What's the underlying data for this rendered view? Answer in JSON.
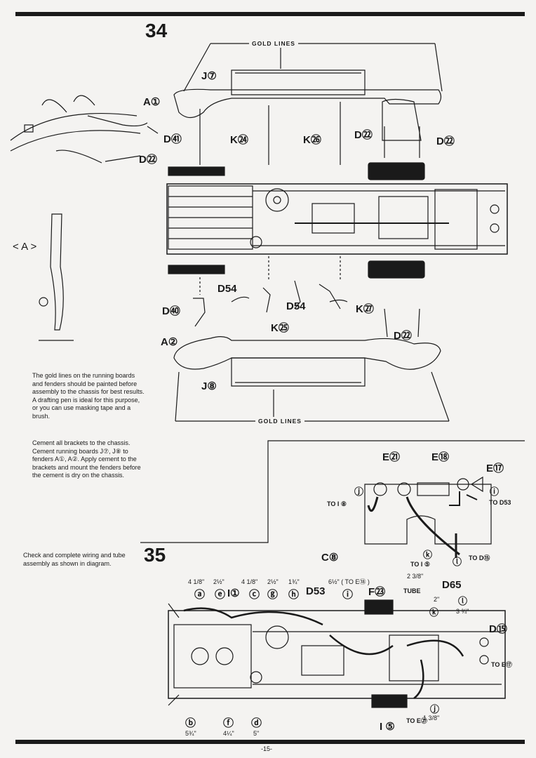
{
  "step34": {
    "number": "34",
    "gold_lines_top": "GOLD LINES",
    "gold_lines_bottom": "GOLD LINES",
    "detail_label": "< A >",
    "labels": {
      "j7": "J⑦",
      "a1": "A①",
      "d41": "D㊶",
      "k24": "K㉔",
      "k26": "K㉖",
      "d22_top_a": "D㉒",
      "d22_top_b": "D㉒",
      "d22_inset": "D㉒",
      "d54_a": "D54",
      "d54_b": "D54",
      "d40": "D㊵",
      "k25": "K㉕",
      "k27": "K㉗",
      "d22_bottom": "D㉒",
      "a2": "A②",
      "j8": "J⑧"
    },
    "note_gold": "The gold lines on the running boards and fenders should be painted before assembly to the chassis for best results. A drafting pen is ideal for this purpose, or you can use masking tape and a brush.",
    "note_cement": "Cement all brackets to the chassis. Cement running boards J⑦, J⑧ to fenders A①, A②. Apply cement to the brackets and mount the fenders before the cement is dry on the chassis."
  },
  "wiring_inset": {
    "e21": "E㉑",
    "e18": "E⑱",
    "e17": "E⑰",
    "j": "ⓙ",
    "to_i8": "TO I ⑧",
    "i": "ⓘ",
    "to_d53": "TO D53",
    "c8": "C⑧",
    "k": "ⓚ",
    "to_i5": "TO I ⑤",
    "l": "ⓛ",
    "to_d15": "TO D⑮"
  },
  "step35": {
    "number": "35",
    "note": "Check and complete wiring and tube assembly as shown in diagram.",
    "top_measures": {
      "m1": "4 1/8\"",
      "m2": "2½\"",
      "m3": "4 1/8\"",
      "m4": "2½\"",
      "m5": "1¾\"",
      "m6": "6½\" ( TO E⑱ )",
      "m7": "2 3/8\""
    },
    "top_labels": {
      "a": "ⓐ",
      "e": "ⓔ",
      "i1": "I①",
      "c": "ⓒ",
      "g": "ⓖ",
      "h": "ⓗ",
      "d53": "D53",
      "i": "ⓘ",
      "f23": "F㉓",
      "tube": "TUBE",
      "d65": "D65"
    },
    "right_labels": {
      "two_in": "2\"",
      "k": "ⓚ",
      "l": "ⓛ",
      "three_q": "3 ¾\"",
      "d15": "D⑮",
      "to_e17": "TO E⑰"
    },
    "bottom_labels": {
      "b": "ⓑ",
      "b_meas": "5¾\"",
      "f": "ⓕ",
      "f_meas": "4¼\"",
      "d": "ⓓ",
      "d_meas": "5\"",
      "i5": "I ⑤",
      "to_e21": "TO E㉑",
      "j": "ⓙ",
      "j_meas": "1 3/8\""
    }
  },
  "page_number": "-15-"
}
